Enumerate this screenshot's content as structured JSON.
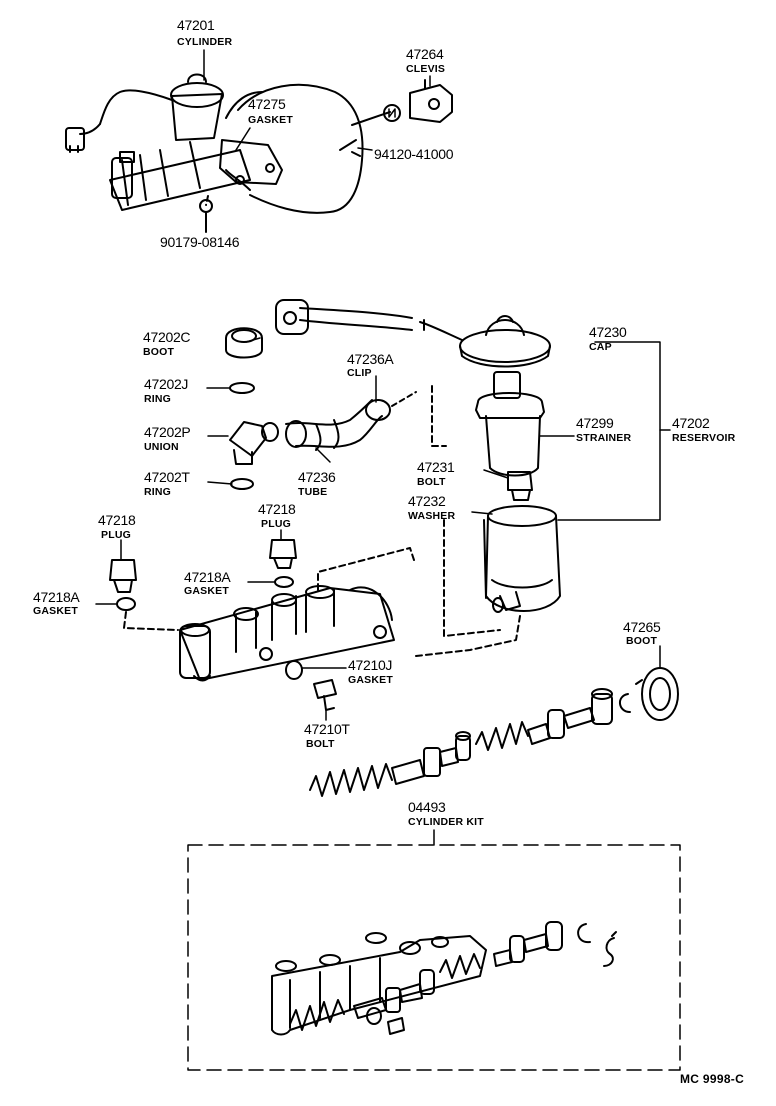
{
  "parts": {
    "cylinder_47201": {
      "number": "47201",
      "name": "CYLINDER"
    },
    "clevis_47264": {
      "number": "47264",
      "name": "CLEVIS"
    },
    "gasket_47275": {
      "number": "47275",
      "name": "GASKET"
    },
    "nut_94120": {
      "number": "94120-41000"
    },
    "washer_90179": {
      "number": "90179-08146"
    },
    "boot_47202C": {
      "number": "47202C",
      "name": "BOOT"
    },
    "ring_47202J": {
      "number": "47202J",
      "name": "RING"
    },
    "union_47202P": {
      "number": "47202P",
      "name": "UNION"
    },
    "ring_47202T": {
      "number": "47202T",
      "name": "RING"
    },
    "clip_47236A": {
      "number": "47236A",
      "name": "CLIP"
    },
    "tube_47236": {
      "number": "47236",
      "name": "TUBE"
    },
    "cap_47230": {
      "number": "47230",
      "name": "CAP"
    },
    "strainer_47299": {
      "number": "47299",
      "name": "STRAINER"
    },
    "reservoir_47202": {
      "number": "47202",
      "name": "RESERVOIR"
    },
    "bolt_47231": {
      "number": "47231",
      "name": "BOLT"
    },
    "washer_47232": {
      "number": "47232",
      "name": "WASHER"
    },
    "plug_47218_left": {
      "number": "47218",
      "name": "PLUG"
    },
    "plug_47218_mid": {
      "number": "47218",
      "name": "PLUG"
    },
    "gasket_47218A_left": {
      "number": "47218A",
      "name": "GASKET"
    },
    "gasket_47218A_mid": {
      "number": "47218A",
      "name": "GASKET"
    },
    "gasket_47210J": {
      "number": "47210J",
      "name": "GASKET"
    },
    "bolt_47210T": {
      "number": "47210T",
      "name": "BOLT"
    },
    "boot_47265": {
      "number": "47265",
      "name": "BOOT"
    },
    "kit_04493": {
      "number": "04493",
      "name": "CYLINDER KIT"
    }
  },
  "footer": {
    "reference": "MC  9998-C"
  }
}
